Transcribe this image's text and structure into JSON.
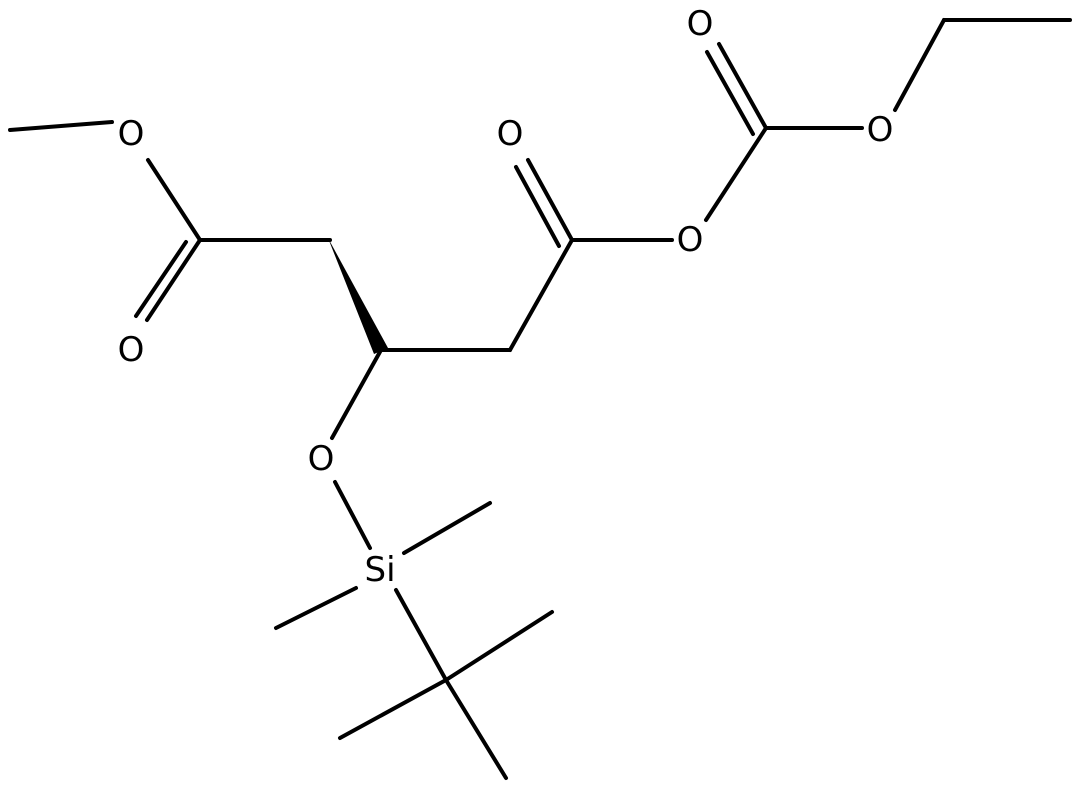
{
  "molecule": {
    "atoms": {
      "o_methoxy": "O",
      "o_carbonyl_left": "O",
      "o_silyl_ether": "O",
      "si": "Si",
      "o_carbonyl_mid": "O",
      "o_anhydride": "O",
      "o_carbonate_carbonyl": "O",
      "o_ethoxy": "O"
    }
  },
  "colors": {
    "ink": "#000000",
    "background": "#ffffff"
  }
}
